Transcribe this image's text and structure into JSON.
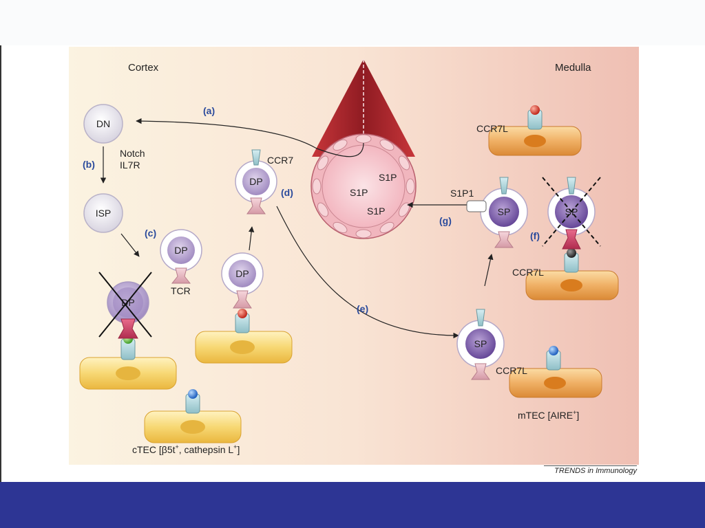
{
  "regions": {
    "cortex": "Cortex",
    "medulla": "Medulla"
  },
  "steps": {
    "a": "(a)",
    "b": "(b)",
    "c": "(c)",
    "d": "(d)",
    "e": "(e)",
    "f": "(f)",
    "g": "(g)"
  },
  "cells": {
    "dn": "DN",
    "isp": "ISP",
    "dp": "DP",
    "sp": "SP"
  },
  "labels": {
    "notch": "Notch",
    "il7r": "IL7R",
    "tcr": "TCR",
    "ccr7": "CCR7",
    "ccr7l": "CCR7L",
    "s1p": "S1P",
    "s1p1": "S1P1",
    "ctec_prefix": "cTEC [",
    "ctec_beta": "β5t",
    "ctec_mid": ", cathepsin L",
    "ctec_suffix": "]",
    "plus": "+",
    "mtec_prefix": "mTEC [AIRE",
    "mtec_suffix": "]"
  },
  "credit": "TRENDS in Immunology",
  "colors": {
    "slide_band": "#2d3594",
    "cortex_bg": "#faf1df",
    "medulla_bg": "#f2c8bc",
    "step_label": "#2a4a9c",
    "tec_cell": "#f5c850",
    "mtec_cell": "#e59a3c",
    "vessel": "#a8232a"
  }
}
